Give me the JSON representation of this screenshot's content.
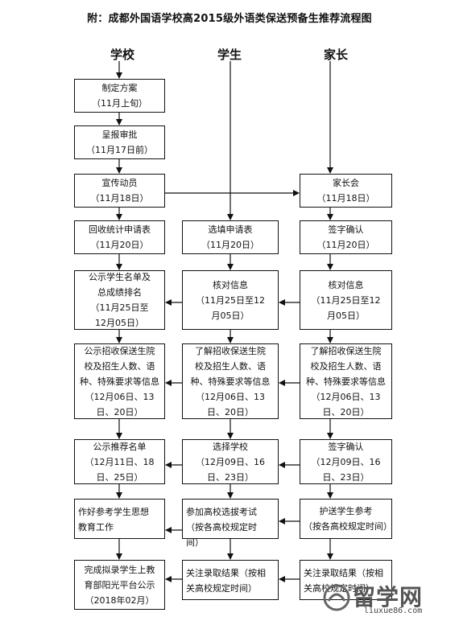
{
  "title": "附：成都外国语学校高2015级外语类保送预备生推荐流程图",
  "columns": [
    "学校",
    "学生",
    "家长"
  ],
  "school_steps": [
    {
      "id": "s1",
      "text": "制定方案\n（11月上旬）"
    },
    {
      "id": "s2",
      "text": "呈报审批\n（11月17日前）"
    },
    {
      "id": "s3",
      "text": "宣传动员\n（11月18日）"
    },
    {
      "id": "s4",
      "text": "回收统计申请表\n（11月20日）"
    },
    {
      "id": "s5",
      "text": "公示学生名单及\n总成绩排名\n（11月25日至\n12月05日）"
    },
    {
      "id": "s6",
      "text": "公示招收保送生院\n校及招生人数、语\n种、特殊要求等信息\n（12月06日、13\n日、20日）"
    },
    {
      "id": "s7",
      "text": "公示推荐名单\n（12月11日、18\n日、25日）"
    },
    {
      "id": "s8",
      "text": "作好参考学生思想\n教育工作"
    },
    {
      "id": "s9",
      "text": "完成拟录学生上教\n育部阳光平台公示\n（2018年02月）"
    }
  ],
  "student_steps": [
    {
      "id": "t1",
      "text": "选填申请表\n（11月20日）"
    },
    {
      "id": "t2",
      "text": "核对信息\n（11月25日至12\n月05日）"
    },
    {
      "id": "t3",
      "text": "了解招收保送生院\n校及招生人数、语\n种、特殊要求等信息\n（12月06日、13\n日、20日）"
    },
    {
      "id": "t4",
      "text": "选择学校\n（12月09日、16\n日、23日）"
    },
    {
      "id": "t5",
      "text": "参加高校选拔考试\n（按各高校规定时\n间）"
    },
    {
      "id": "t6",
      "text": "关注录取结果（按相\n关高校规定时间）"
    }
  ],
  "parent_steps": [
    {
      "id": "p1",
      "text": "家长会\n（11月18日）"
    },
    {
      "id": "p2",
      "text": "签字确认\n（11月20日）"
    },
    {
      "id": "p3",
      "text": "核对信息\n（11月25日至12\n月05日）"
    },
    {
      "id": "p4",
      "text": "了解招收保送生院\n校及招生人数、语\n种、特殊要求等信息\n（12月06日、13\n日、20日）"
    },
    {
      "id": "p5",
      "text": "签字确认\n（12月09日、16\n日、23日）"
    },
    {
      "id": "p6",
      "text": "护送学生参考\n（按各高校规定时间）"
    },
    {
      "id": "p7",
      "text": "关注录取结果（按相\n关高校规定时间）"
    }
  ],
  "watermark": {
    "main": "留学网",
    "sub": "liuxue86.com"
  }
}
